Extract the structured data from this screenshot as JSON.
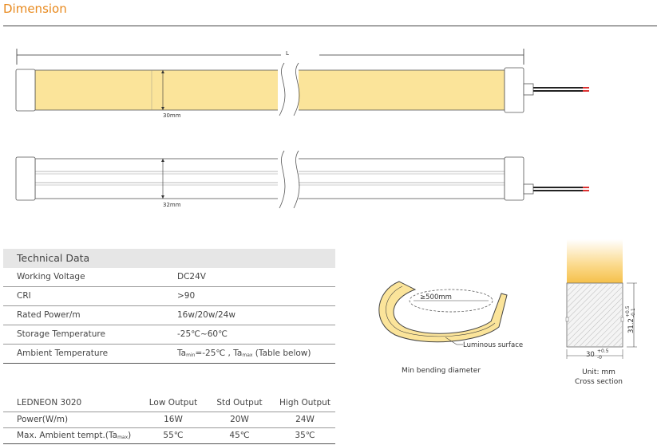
{
  "header": {
    "title": "Dimension"
  },
  "drawing": {
    "length_label": "L",
    "width_top": "30mm",
    "width_bottom": "32mm",
    "bend_label": "≥500mm",
    "luminous_label": "Luminous surface",
    "bend_caption": "Min bending diameter",
    "cross_height": "31.2",
    "cross_height_tol_plus": "+0.5",
    "cross_height_tol_minus": "-0.1",
    "cross_width": "30",
    "cross_width_tol_plus": "+0.5",
    "cross_width_tol_minus": "-0",
    "unit_caption": "Unit: mm",
    "cross_caption": "Cross section"
  },
  "tech": {
    "heading": "Technical Data",
    "rows": [
      {
        "label": "Working Voltage",
        "value": "DC24V"
      },
      {
        "label": "CRI",
        "value": ">90"
      },
      {
        "label": "Rated Power/m",
        "value": "16w/20w/24w"
      },
      {
        "label": "Storage Temperature",
        "value": "-25℃~60℃"
      }
    ],
    "ambient": {
      "label": "Ambient Temperature",
      "ta": "Ta",
      "min_sub": "min",
      "min_value": "=-25℃ , ",
      "max_sub": "max",
      "suffix": " (Table below)"
    }
  },
  "output": {
    "headers": [
      "LEDNEON 3020",
      "Low Output",
      "Std Output",
      "High Output"
    ],
    "power_label": "Power(W/m)",
    "power": [
      "16W",
      "20W",
      "24W"
    ],
    "ambient_label": "Max. Ambient tempt.(Ta",
    "ambient_sub": "max",
    "ambient_close": ")",
    "ambient": [
      "55℃",
      "45℃",
      "35℃"
    ]
  },
  "colors": {
    "accent": "#e8891d",
    "led_yellow": "#fbe49a"
  }
}
